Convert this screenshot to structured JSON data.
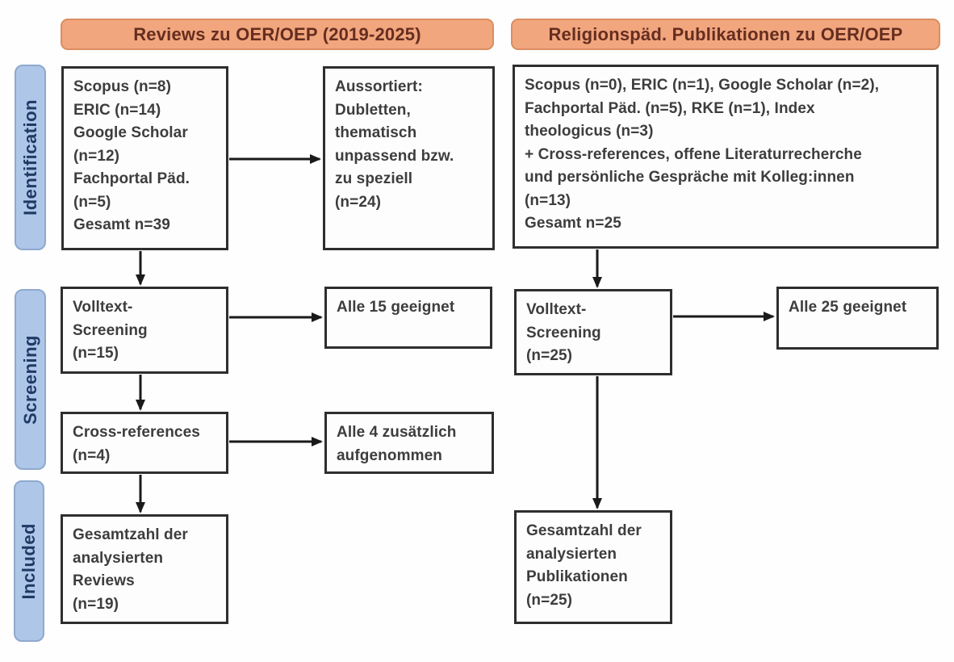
{
  "headers": {
    "left": "Reviews zu OER/OEP (2019-2025)",
    "right": "Religionspäd. Publikationen zu OER/OEP"
  },
  "stages": {
    "identification": "Identification",
    "screening": "Screening",
    "included": "Included"
  },
  "boxes": {
    "left_sources": "Scopus (n=8)\nERIC (n=14)\nGoogle Scholar\n(n=12)\nFachportal Päd.\n(n=5)\nGesamt n=39",
    "left_excluded": "Aussortiert:\nDubletten,\nthematisch\nunpassend bzw.\nzu speziell\n(n=24)",
    "left_fulltext": "Volltext-\nScreening\n(n=15)",
    "left_fulltext_result": "Alle 15 geeignet",
    "left_crossref": "Cross-references\n(n=4)",
    "left_crossref_result": "Alle 4 zusätzlich\naufgenommen",
    "left_included": "Gesamtzahl der\nanalysierten\nReviews\n(n=19)",
    "right_sources": "Scopus (n=0), ERIC (n=1), Google Scholar (n=2),\nFachportal Päd. (n=5), RKE (n=1), Index\ntheologicus (n=3)\n+ Cross-references, offene Literaturrecherche\nund persönliche Gespräche mit Kolleg:innen\n(n=13)\nGesamt n=25",
    "right_fulltext": "Volltext-\nScreening\n(n=25)",
    "right_fulltext_result": "Alle 25 geeignet",
    "right_included": "Gesamtzahl der\nanalysierten\nPublikationen\n(n=25)"
  },
  "colors": {
    "header_fill": "#F2A67E",
    "header_border": "#DA8E60",
    "header_text": "#652E20",
    "stage_fill": "#AEC6E8",
    "stage_border": "#8FA9CE",
    "stage_text": "#1F3A64",
    "box_border": "#2E2E2E",
    "box_text": "#3D3D3D",
    "arrow": "#1A1A1A"
  }
}
